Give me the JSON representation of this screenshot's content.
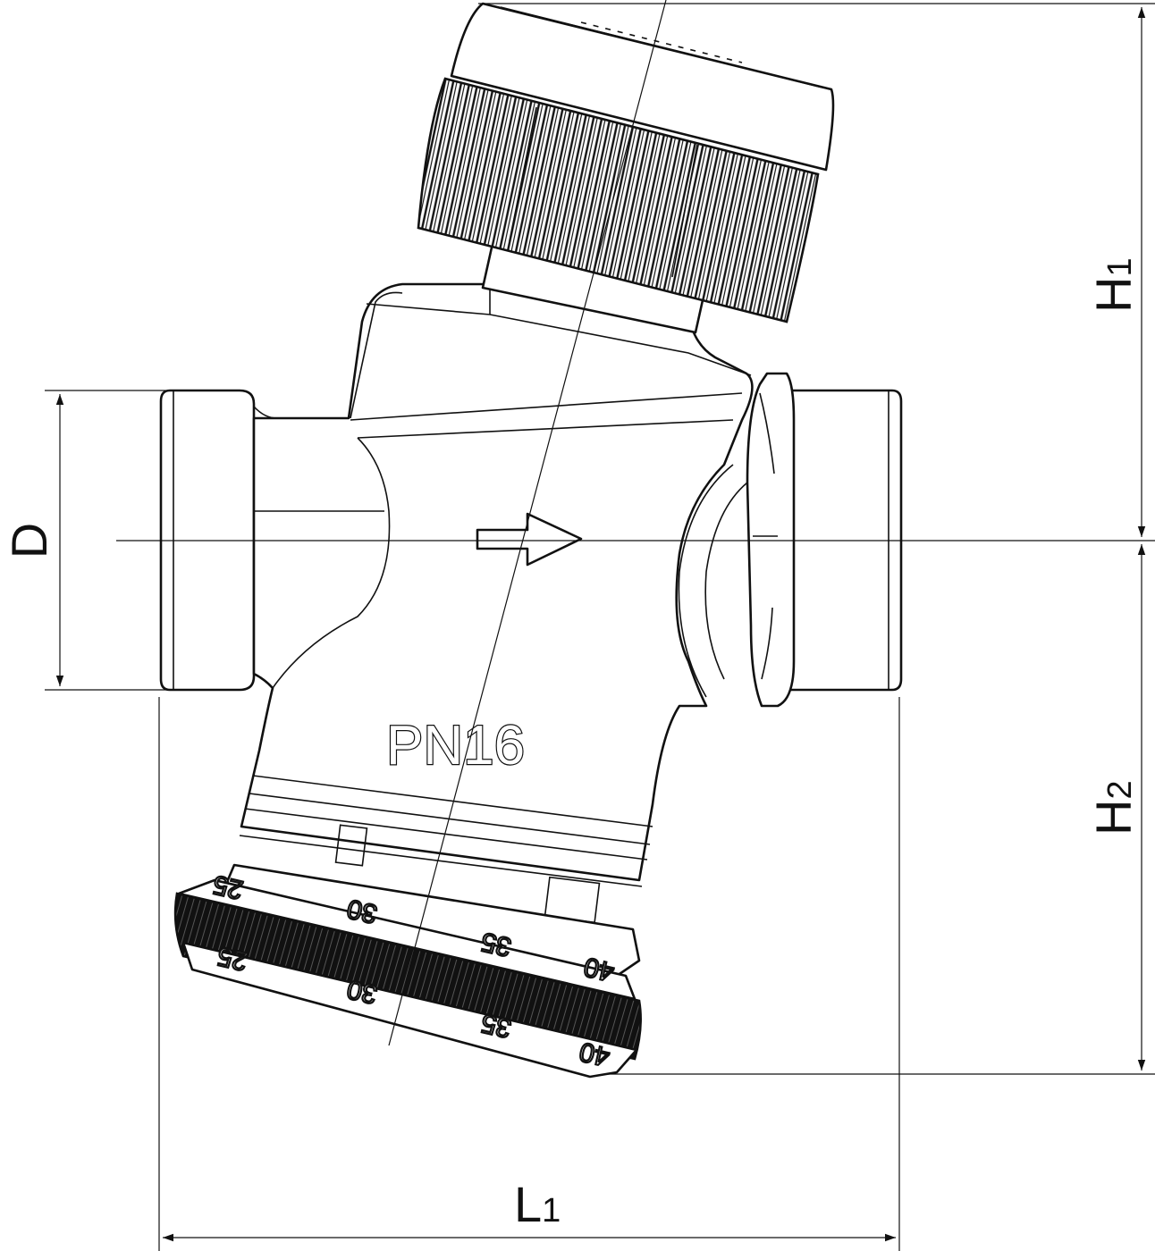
{
  "marking": "PN16",
  "dimensions": {
    "D": {
      "main": "D",
      "sub": ""
    },
    "H1": {
      "main": "H",
      "sub": "1"
    },
    "H2": {
      "main": "H",
      "sub": "2"
    },
    "L1": {
      "main": "L",
      "sub": "1"
    }
  },
  "scale_labels": [
    "25",
    "30",
    "35",
    "40",
    "25",
    "30",
    "35",
    "40"
  ]
}
